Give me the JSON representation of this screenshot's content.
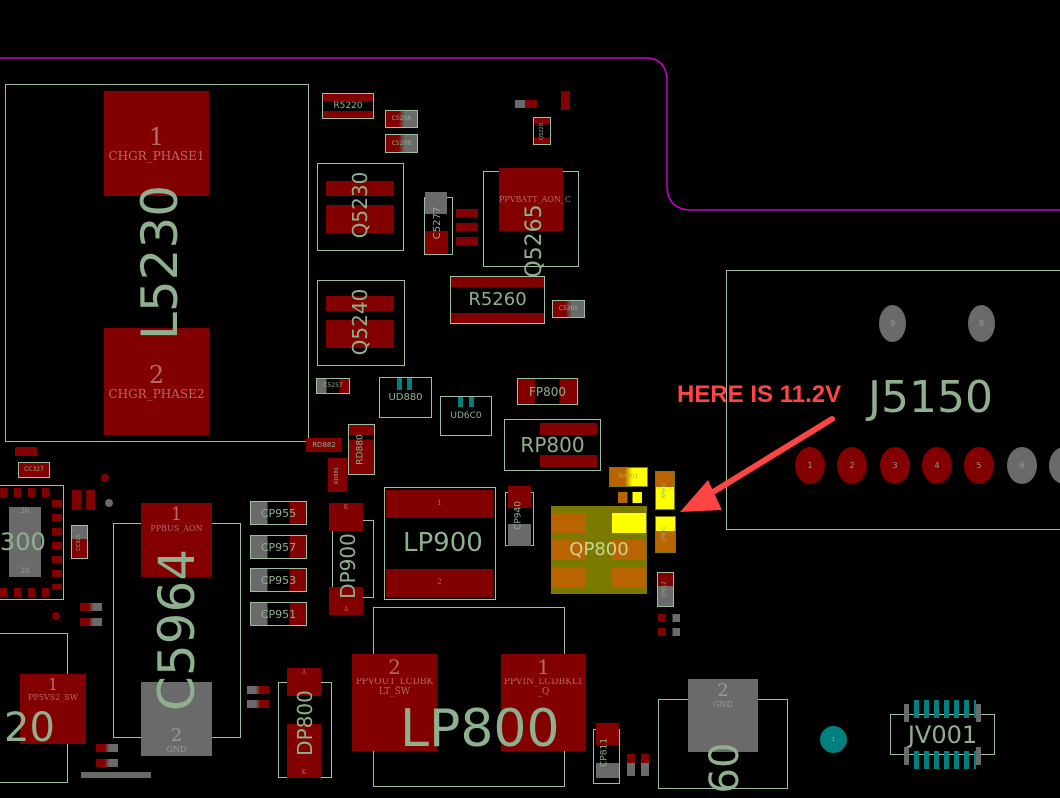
{
  "annotation": {
    "text": "HERE IS 11.2V",
    "color": "#ff4444"
  },
  "components": {
    "L5230": {
      "ref": "L5230",
      "pin1": "1",
      "net1": "CHGR_PHASE1",
      "pin2": "2",
      "net2": "CHGR_PHASE2"
    },
    "R5220": "R5220",
    "C520A": "C520A",
    "C520B": "C520B",
    "Q5230": "Q5230",
    "C5277": "C5277",
    "Q5220": "Q5220",
    "Q5265": {
      "ref": "Q5265",
      "net": "PPVBATT_AON_C"
    },
    "Q5240": "Q5240",
    "R5260": "R5260",
    "C5265": "C5265",
    "C5257": "C5257",
    "UD880": "UD880",
    "UD6C0": "UD6C0",
    "FP800": "FP800",
    "RP800": "RP800",
    "RD882": "RD882",
    "RD880": "RD880",
    "RD881": "RD881",
    "LP900": {
      "ref": "LP900",
      "pin1": "1",
      "pin2": "2"
    },
    "CP940": "CP940",
    "CP955": "CP955",
    "CP957": "CP957",
    "CP953": "CP953",
    "CP951": "CP951",
    "DP900": {
      "ref": "DP900",
      "k": "K",
      "a": "A"
    },
    "QP800": "QP800",
    "RP801": "RP801",
    "RP802": "RP802",
    "CP801": "CP801",
    "CP812": "CP812",
    "CC327": "CC327",
    "CC325": "CC325",
    "J5150": {
      "ref": "J5150",
      "pins": [
        "1",
        "2",
        "3",
        "4",
        "5",
        "6",
        "9",
        "8"
      ]
    },
    "U300": {
      "ref": "300",
      "pin_a": "26",
      "pin_b": "28"
    },
    "C5964": {
      "ref": "C5964",
      "pin1": "1",
      "net1": "PPBUS_AON",
      "pin2": "2",
      "net2": "GND"
    },
    "L20": {
      "ref": "20",
      "pin1": "1",
      "net1": "PP5VS2_SW"
    },
    "LP800": {
      "ref": "LP800",
      "pin2": "2",
      "net2": "PPVOUT_LCDBKLT_SW",
      "pin1": "1",
      "net1": "PPVIN_LCDBKLT_Q"
    },
    "DP800": {
      "ref": "DP800",
      "a": "A",
      "k": "K"
    },
    "CP811": "CP811",
    "C60": {
      "ref": "60",
      "pin2": "2",
      "net2": "GND"
    },
    "TP": {
      "pin": "1"
    },
    "JV001": "JV001"
  }
}
